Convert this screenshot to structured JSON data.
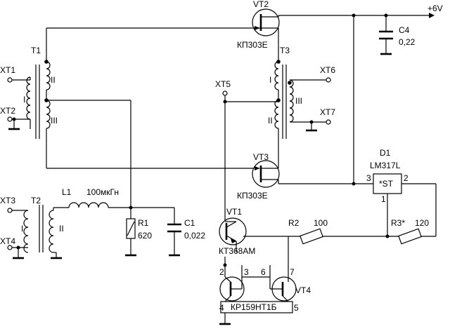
{
  "supply": {
    "label": "+6V"
  },
  "terminals": {
    "xt1": "XT1",
    "xt2": "XT2",
    "xt3": "XT3",
    "xt4": "XT4",
    "xt5": "XT5",
    "xt6": "XT6",
    "xt7": "XT7"
  },
  "transformers": {
    "t1": {
      "label": "T1",
      "w1": "I",
      "w2": "II",
      "w3": "III"
    },
    "t2": {
      "label": "T2",
      "w1": "I",
      "w2": "II"
    },
    "t3": {
      "label": "T3",
      "w1": "I",
      "w2": "II",
      "w3": "III"
    }
  },
  "transistors": {
    "vt1": {
      "label": "VT1",
      "type": "КТ368АМ"
    },
    "vt2": {
      "label": "VT2",
      "type": "КП303Е"
    },
    "vt3": {
      "label": "VT3",
      "type": "КП303Е"
    },
    "vt4": {
      "label": "VT4",
      "type": "КР159НТ1Б"
    }
  },
  "vt4_pins": {
    "p2": "2",
    "p3": "3",
    "p4": "4",
    "p5": "5",
    "p6": "6",
    "p7": "7"
  },
  "inductor": {
    "label": "L1",
    "value": "100мкГн"
  },
  "resistors": {
    "r1": {
      "label": "R1",
      "value": "620"
    },
    "r2": {
      "label": "R2",
      "value": "100"
    },
    "r3": {
      "label": "R3*",
      "value": "120"
    }
  },
  "capacitors": {
    "c1": {
      "label": "C1",
      "value": "0,022"
    },
    "c4": {
      "label": "C4",
      "value": "0,22"
    }
  },
  "regulator": {
    "label": "D1",
    "part": "LM317L",
    "mark": "*ST",
    "pin_in": "3",
    "pin_out": "2",
    "pin_adj": "1"
  }
}
